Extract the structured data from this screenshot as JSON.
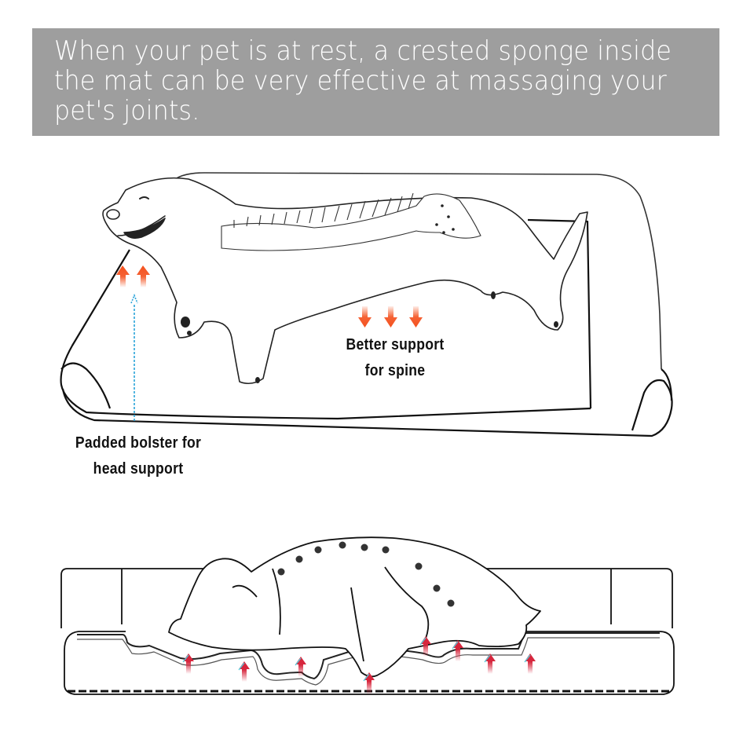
{
  "banner": {
    "text": "When your pet is at rest, a crested sponge inside the mat can be very effective at massaging your pet's joints.",
    "background_color": "#9e9e9e",
    "text_color": "#ffffff"
  },
  "top_illustration": {
    "subject": "dog lying on bolster bed with spine visible",
    "labels": {
      "spine_line1": "Better support",
      "spine_line2": "for spine",
      "bolster_line1": "Padded bolster for",
      "bolster_line2": "head support"
    },
    "arrow_color": "#f4511e",
    "pointer_line_color": "#29a3d9"
  },
  "bottom_illustration": {
    "subject": "cross-section of dog on crested sponge mat",
    "pressure_arrow_color": "#d7263d",
    "pressure_arrow_accent": "#4dd0e1",
    "pressure_arrow_count": 8
  }
}
